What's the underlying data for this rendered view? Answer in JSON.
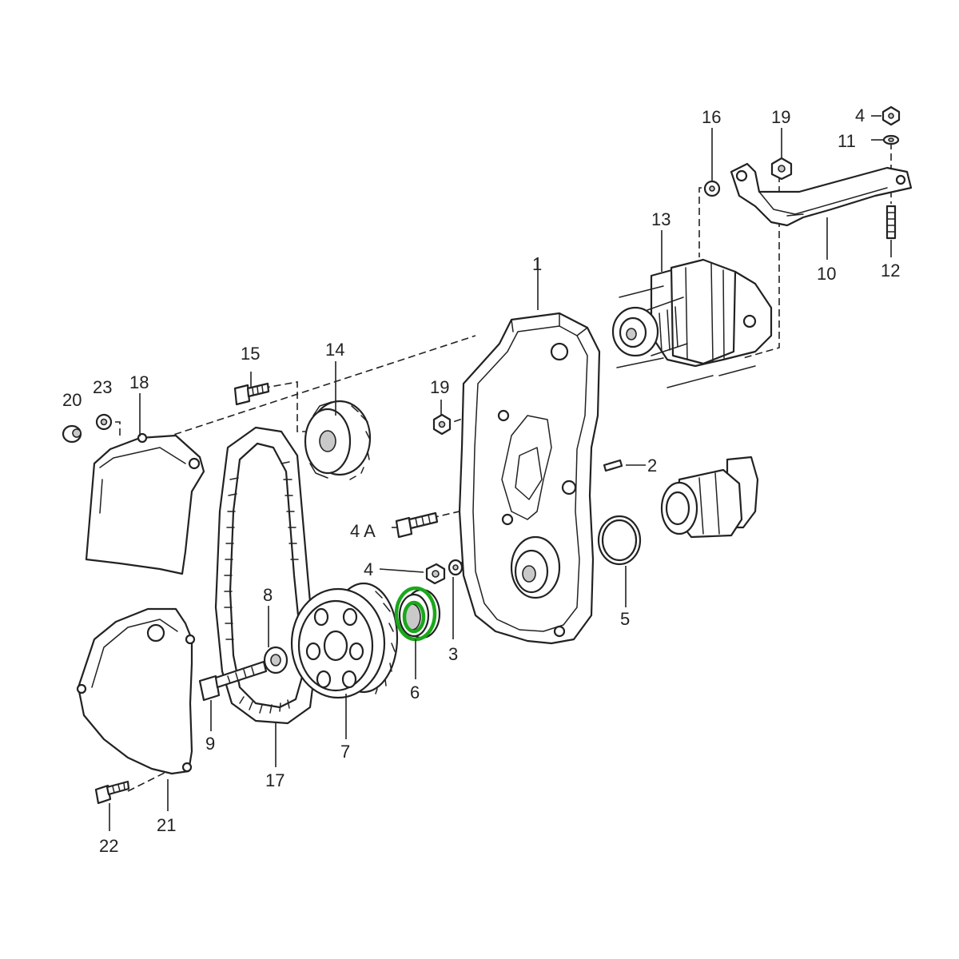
{
  "highlight_color": "#1aa81a",
  "callouts": {
    "p1": "1",
    "p2": "2",
    "p3": "3",
    "p4a": "4",
    "p4b": "4",
    "p4A": "4 A",
    "p5": "5",
    "p6": "6",
    "p7": "7",
    "p8": "8",
    "p9": "9",
    "p10": "10",
    "p11": "11",
    "p12": "12",
    "p13": "13",
    "p14": "14",
    "p15": "15",
    "p16": "16",
    "p17": "17",
    "p18": "18",
    "p19a": "19",
    "p19b": "19",
    "p20": "20",
    "p21": "21",
    "p22": "22",
    "p23": "23"
  },
  "highlighted_part": "6"
}
